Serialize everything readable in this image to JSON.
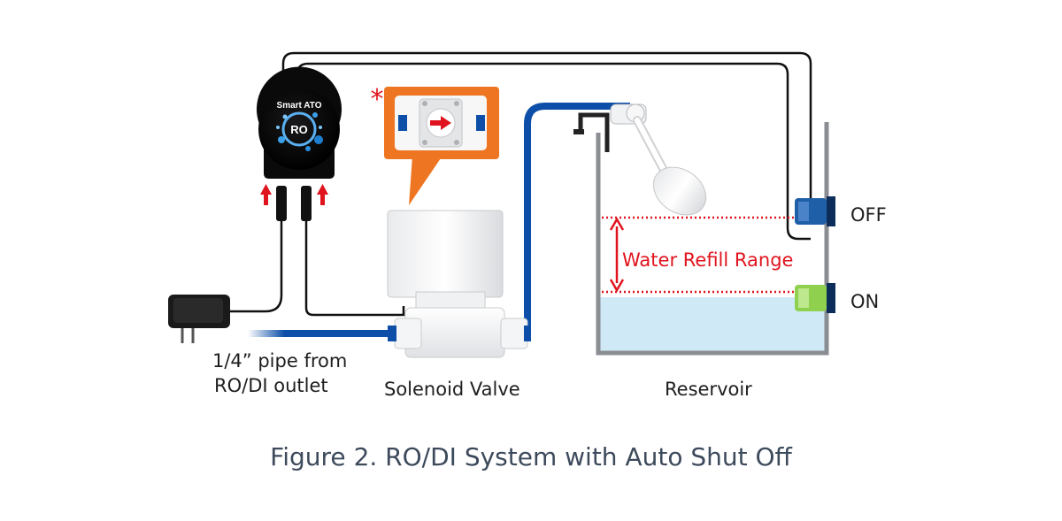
{
  "controller": {
    "brand": "Smart ATO",
    "badge": "RO"
  },
  "asterisk": "*",
  "labels": {
    "pipe_line1": "1/4” pipe from",
    "pipe_line2": "RO/DI outlet",
    "solenoid": "Solenoid Valve",
    "reservoir": "Reservoir",
    "off": "OFF",
    "on": "ON",
    "refill_range": "Water Refill Range"
  },
  "caption": "Figure 2. RO/DI System with Auto Shut Off",
  "colors": {
    "pipe": "#0d4fa8",
    "cable": "#111111",
    "accent_red": "#e0141e",
    "callout_orange": "#ee7622",
    "water": "#cfe9f7",
    "tank_wall": "#8a8d92",
    "sensor_off": "#1f5fa8",
    "sensor_on": "#8fd14f",
    "caption_text": "#3d4a5c"
  },
  "icons": {
    "controller": "smart-ato-controller-icon",
    "adapter": "power-adapter-icon",
    "valve": "solenoid-valve-icon",
    "float": "float-switch-icon"
  }
}
